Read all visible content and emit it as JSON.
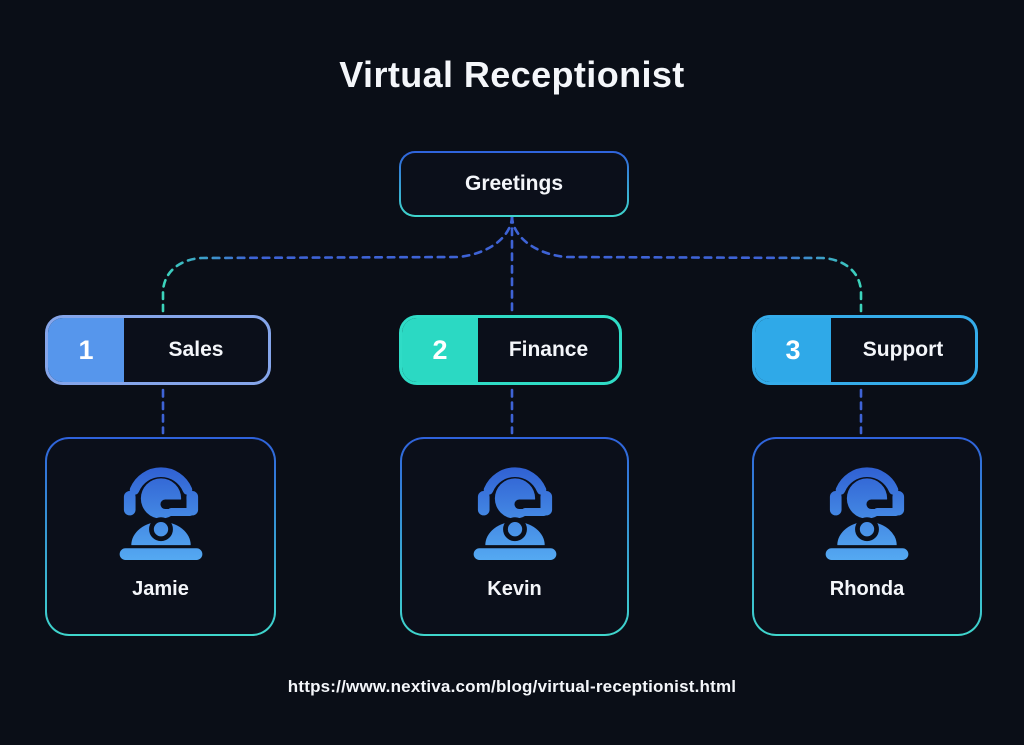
{
  "title": "Virtual Receptionist",
  "root_node": {
    "label": "Greetings"
  },
  "branches": [
    {
      "number": "1",
      "label": "Sales",
      "agent_name": "Jamie",
      "badge_color": "#5696ec",
      "border_color": "#85a5ea"
    },
    {
      "number": "2",
      "label": "Finance",
      "agent_name": "Kevin",
      "badge_color": "#2bd9c3",
      "border_color": "#2fdcc6"
    },
    {
      "number": "3",
      "label": "Support",
      "agent_name": "Rhonda",
      "badge_color": "#2fa9e8",
      "border_color": "#35acea"
    }
  ],
  "footer_url": "https://www.nextiva.com/blog/virtual-receptionist.html",
  "colors": {
    "background": "#0a0e17",
    "node-fill": "#0b0f1a",
    "text": "#f4f6fa",
    "connector-blue": "#3e63d6",
    "connector-teal": "#3cd4bc",
    "node-border-top": "#2f62dc",
    "node-border-bottom": "#3fd6cc",
    "icon-gradient-top": "#2f5fd2",
    "icon-gradient-bottom": "#55aaf2"
  }
}
